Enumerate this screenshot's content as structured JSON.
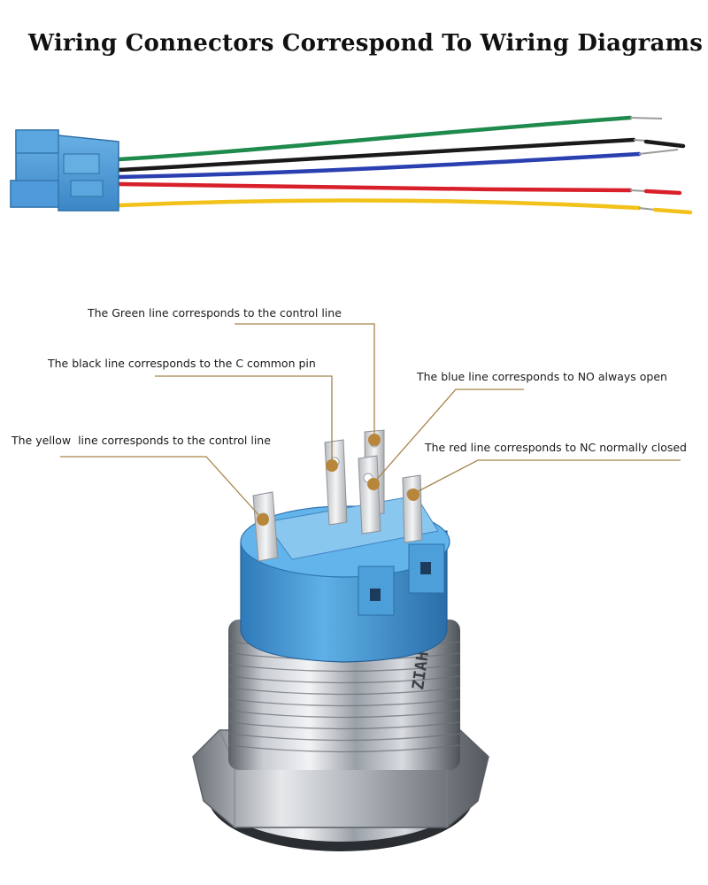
{
  "title": "Wiring Connectors Correspond To Wiring Diagrams",
  "callouts": {
    "green": "The Green line corresponds to the control line",
    "black": "The black line corresponds to the C common pin",
    "blue": "The blue line corresponds to NO always open",
    "yellow": "The yellow  line corresponds to the control line",
    "red": "The red line corresponds to NC normally closed"
  },
  "switch_marking": "ZIAH",
  "colors": {
    "wire_green": "#1e8a4c",
    "wire_black": "#1a1a1a",
    "wire_blue": "#2a3fb0",
    "wire_red": "#d8202a",
    "wire_yellow": "#f2c21a",
    "connector_blue": "#4a9ad6",
    "callout_line": "#a8834a",
    "callout_dot": "#b8863a"
  }
}
